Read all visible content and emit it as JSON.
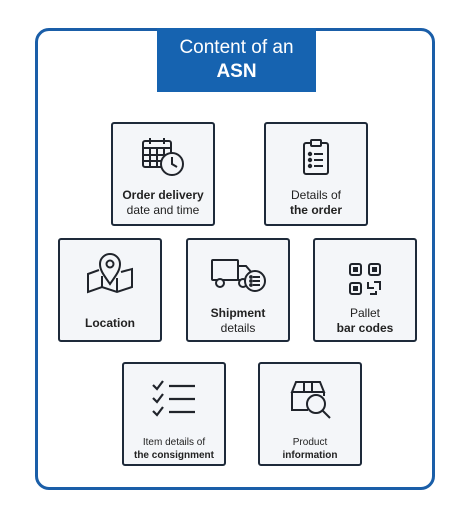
{
  "title": {
    "line1": "Content of an",
    "line2": "ASN"
  },
  "cards": [
    {
      "line1": "Order delivery",
      "line2": "date and time",
      "bold": "line1",
      "icon": "calendar-clock-icon"
    },
    {
      "line1": "Details of",
      "line2": "the order",
      "bold": "line2",
      "icon": "clipboard-list-icon"
    },
    {
      "line1": "Location",
      "line2": "",
      "bold": "line1",
      "icon": "map-pin-icon"
    },
    {
      "line1": "Shipment",
      "line2": "details",
      "bold": "line1",
      "icon": "truck-list-icon"
    },
    {
      "line1": "Pallet",
      "line2": "bar codes",
      "bold": "line2",
      "icon": "qr-code-icon"
    },
    {
      "line1": "Item details of",
      "line2": "the consignment",
      "bold": "line2",
      "icon": "checklist-icon"
    },
    {
      "line1": "Product",
      "line2": "information",
      "bold": "line2",
      "icon": "box-search-icon"
    }
  ],
  "colors": {
    "frame": "#1a5ea8",
    "title_bg": "#1663b0",
    "card_bg": "#f4f6f9",
    "card_border": "#1e2a3a"
  }
}
